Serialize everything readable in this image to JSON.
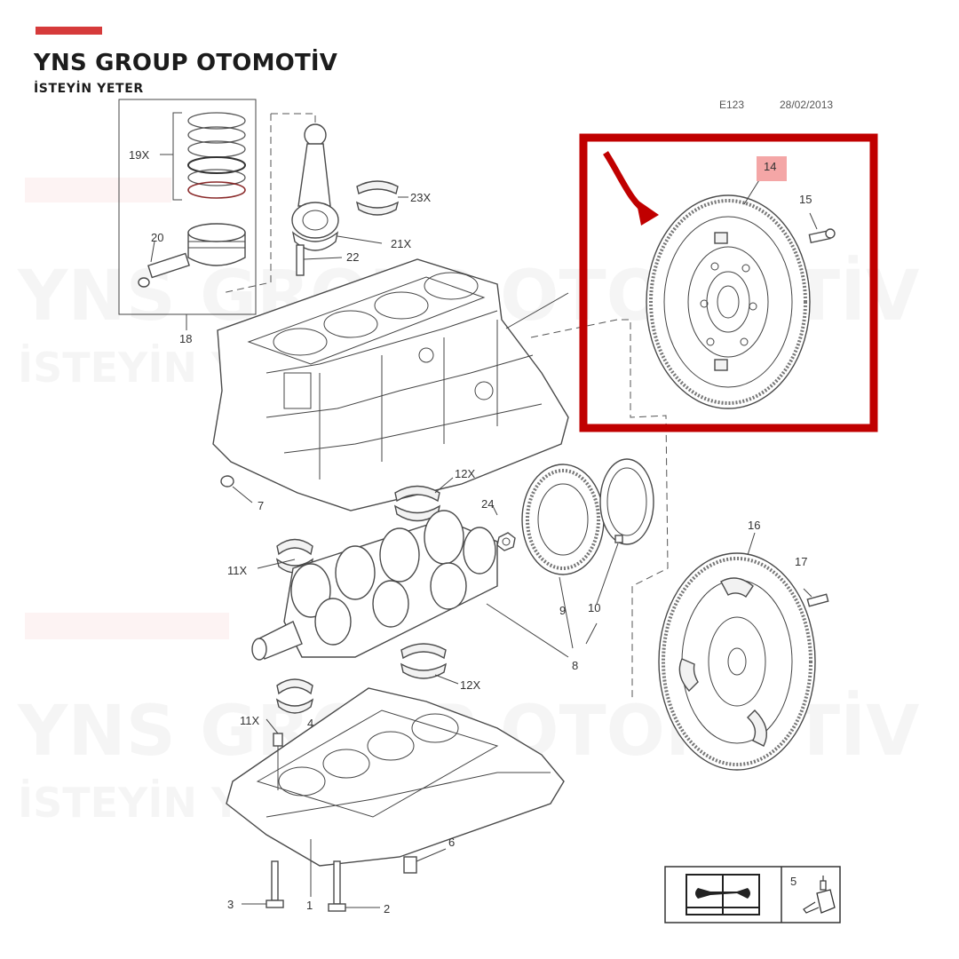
{
  "brand": {
    "title": "YNS GROUP OTOMOTİV",
    "subtitle": "İSTEYİN YETER",
    "accent_color": "#d63b3b"
  },
  "diagram": {
    "code": "E123",
    "date": "28/02/2013",
    "highlight_color": "#c00000",
    "highlighted_part": "14",
    "watermark": {
      "line1": "YNS GROUP OTOMOTİV",
      "line2": "İSTEYİN YETER"
    }
  },
  "parts": {
    "p1": "1",
    "p2": "2",
    "p3": "3",
    "p4": "4",
    "p5": "5",
    "p6": "6",
    "p7": "7",
    "p8": "8",
    "p9": "9",
    "p10": "10",
    "p11x_a": "11X",
    "p11x_b": "11X",
    "p12x_a": "12X",
    "p12x_b": "12X",
    "p14": "14",
    "p15": "15",
    "p16": "16",
    "p17": "17",
    "p18": "18",
    "p19x": "19X",
    "p20": "20",
    "p21x": "21X",
    "p22": "22",
    "p23x": "23X",
    "p24": "24"
  },
  "icons": {
    "manual": "manual-wrench-book-icon",
    "sealant": "sealant-tube-icon"
  }
}
